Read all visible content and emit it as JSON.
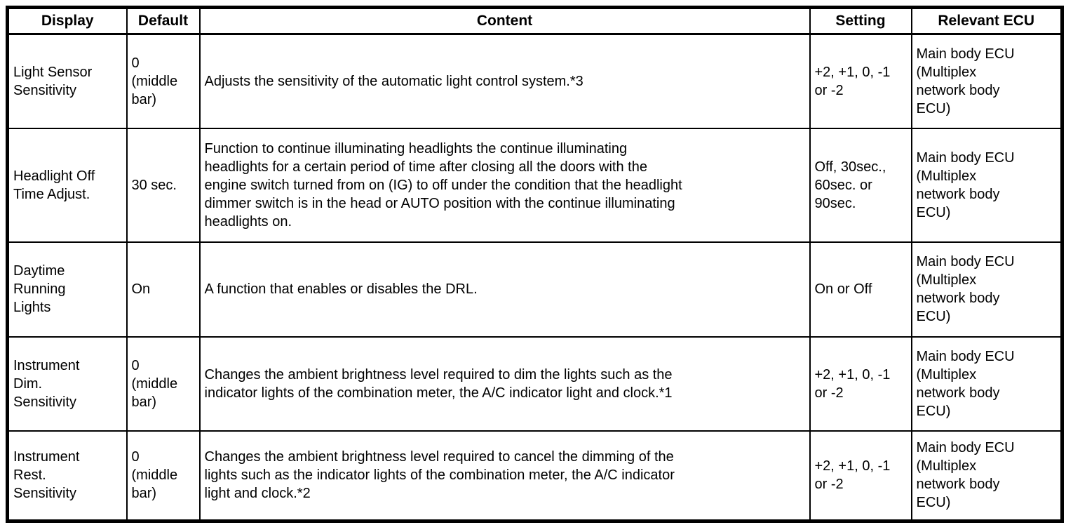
{
  "table": {
    "headers": [
      "Display",
      "Default",
      "Content",
      "Setting",
      "Relevant ECU"
    ],
    "rows": [
      {
        "display": "Light Sensor\nSensitivity",
        "default": "0\n(middle\nbar)",
        "content": "Adjusts the sensitivity of the automatic light control system.*3",
        "setting": "+2, +1, 0, -1\nor -2",
        "ecu": "Main body ECU\n(Multiplex\nnetwork body\nECU)"
      },
      {
        "display": "Headlight Off\nTime Adjust.",
        "default": "30 sec.",
        "content": "Function to continue illuminating headlights the continue illuminating\nheadlights for a certain period of time after closing all the doors with the\nengine switch turned from on (IG) to off under the condition that the headlight\ndimmer switch is in the head or AUTO position with the continue illuminating\nheadlights on.",
        "setting": "Off, 30sec.,\n60sec. or\n90sec.",
        "ecu": "Main body ECU\n(Multiplex\nnetwork body\nECU)"
      },
      {
        "display": "Daytime\nRunning\nLights",
        "default": "On",
        "content": "A function that enables or disables the DRL.",
        "setting": "On or Off",
        "ecu": "Main body ECU\n(Multiplex\nnetwork body\nECU)"
      },
      {
        "display": "Instrument\nDim.\nSensitivity",
        "default": "0\n(middle\nbar)",
        "content": "Changes the ambient brightness level required to dim the lights such as the\nindicator lights of the combination meter, the A/C indicator light and clock.*1",
        "setting": "+2, +1, 0, -1\nor -2",
        "ecu": "Main body ECU\n(Multiplex\nnetwork body\nECU)"
      },
      {
        "display": "Instrument\nRest.\nSensitivity",
        "default": "0\n(middle\nbar)",
        "content": "Changes the ambient brightness level required to cancel the dimming of the\nlights such as the indicator lights of the combination meter, the A/C indicator\nlight and clock.*2",
        "setting": "+2, +1, 0, -1\nor -2",
        "ecu": "Main body ECU\n(Multiplex\nnetwork body\nECU)"
      }
    ]
  }
}
